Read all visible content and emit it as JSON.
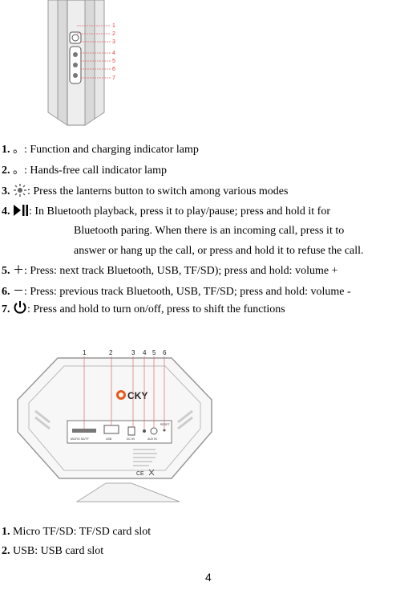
{
  "top_figure": {
    "callouts": [
      "1",
      "2",
      "3",
      "4",
      "5",
      "6",
      "7"
    ]
  },
  "list1": [
    {
      "num": "1.",
      "symbol": "。",
      "text": ": Function and charging indicator lamp"
    },
    {
      "num": "2.",
      "symbol": "。",
      "text": ": Hands-free call indicator lamp"
    },
    {
      "num": "3.",
      "icon": "sun-burst-icon",
      "text": ": Press the lanterns button to switch among various modes"
    },
    {
      "num": "4.",
      "icon": "play-pause-icon",
      "text": ": In Bluetooth playback, press it to play/pause; press and hold it for",
      "continuation": [
        "Bluetooth paring. When there is an incoming call, press it to",
        "answer or hang up the call, or press and hold it to refuse the call."
      ]
    },
    {
      "num": "5.",
      "symbol": "＋",
      "text": ": Press: next track Bluetooth, USB, TF/SD); press and hold: volume +"
    },
    {
      "num": "6.",
      "symbol": "－",
      "text": ": Press: previous track Bluetooth, USB, TF/SD; press and hold: volume -"
    },
    {
      "num": "7.",
      "icon": "power-icon",
      "text": ": Press and hold to turn on/off, press to shift the functions"
    }
  ],
  "bottom_figure": {
    "callouts": [
      "1",
      "2",
      "3",
      "4",
      "5",
      "6"
    ],
    "brand": "CKY",
    "port_labels": [
      "MICRO SD/TF",
      "USB",
      "DC 5V",
      "AUX IN",
      "RESET"
    ]
  },
  "list2": [
    {
      "num": "1.",
      "text": "Micro TF/SD: TF/SD card slot"
    },
    {
      "num": "2.",
      "text": "USB: USB card slot"
    }
  ],
  "page_number": "4"
}
